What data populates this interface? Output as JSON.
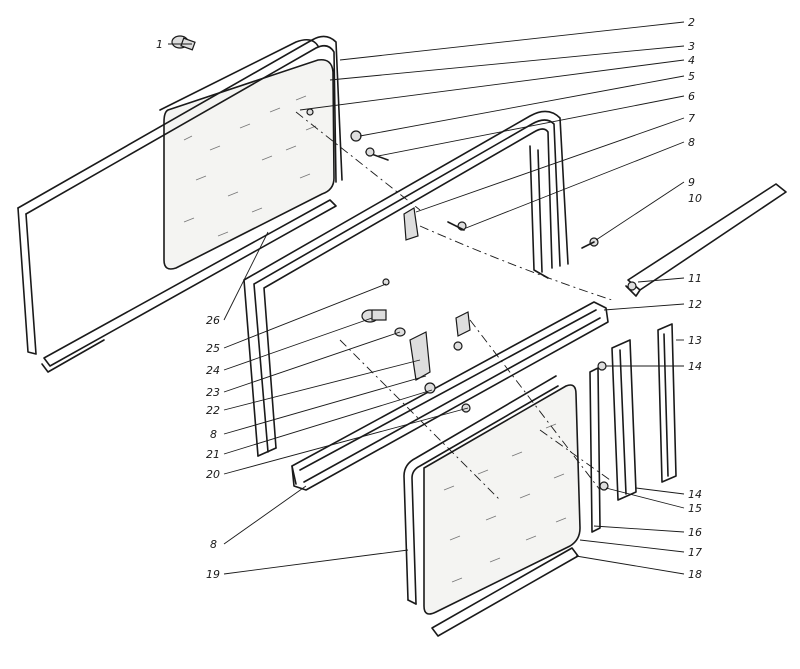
{
  "callouts": {
    "c1": "1",
    "c2": "2",
    "c3": "3",
    "c4": "4",
    "c5": "5",
    "c6": "6",
    "c7": "7",
    "c8": "8",
    "c9": "9",
    "c10": "10",
    "c11": "11",
    "c12": "12",
    "c13": "13",
    "c14a": "14",
    "c14b": "14",
    "c15": "15",
    "c16": "16",
    "c17": "17",
    "c18": "18",
    "c19": "19",
    "c20": "20",
    "c21": "21",
    "c8b": "8",
    "c22": "22",
    "c23": "23",
    "c24": "24",
    "c25": "25",
    "c26": "26",
    "c8c": "8"
  }
}
